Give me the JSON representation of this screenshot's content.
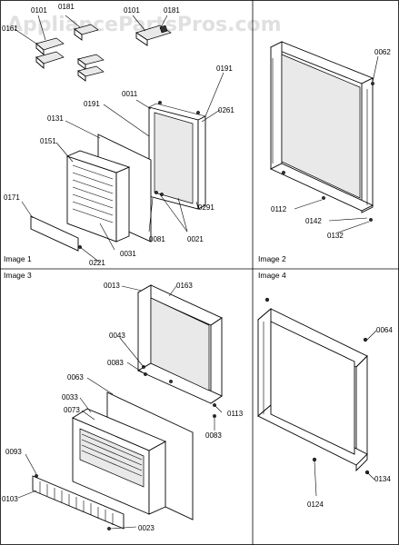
{
  "watermark": "AppliancePartsPros.com",
  "panels": {
    "image1": {
      "caption": "Image 1",
      "labels": [
        "0101",
        "0181",
        "0101",
        "0181",
        "0161",
        "0191",
        "0011",
        "0261",
        "0191",
        "0131",
        "0151",
        "0081",
        "0021",
        "0291",
        "0171",
        "0221",
        "0031"
      ]
    },
    "image2": {
      "caption": "Image 2",
      "labels": [
        "0062",
        "0112",
        "0142",
        "0132"
      ]
    },
    "image3": {
      "caption": "Image 3",
      "labels": [
        "0013",
        "0163",
        "0043",
        "0083",
        "0063",
        "0033",
        "0073",
        "0113",
        "0083",
        "0093",
        "0103",
        "0023"
      ]
    },
    "image4": {
      "caption": "Image 4",
      "labels": [
        "0064",
        "0134",
        "0124"
      ]
    }
  }
}
